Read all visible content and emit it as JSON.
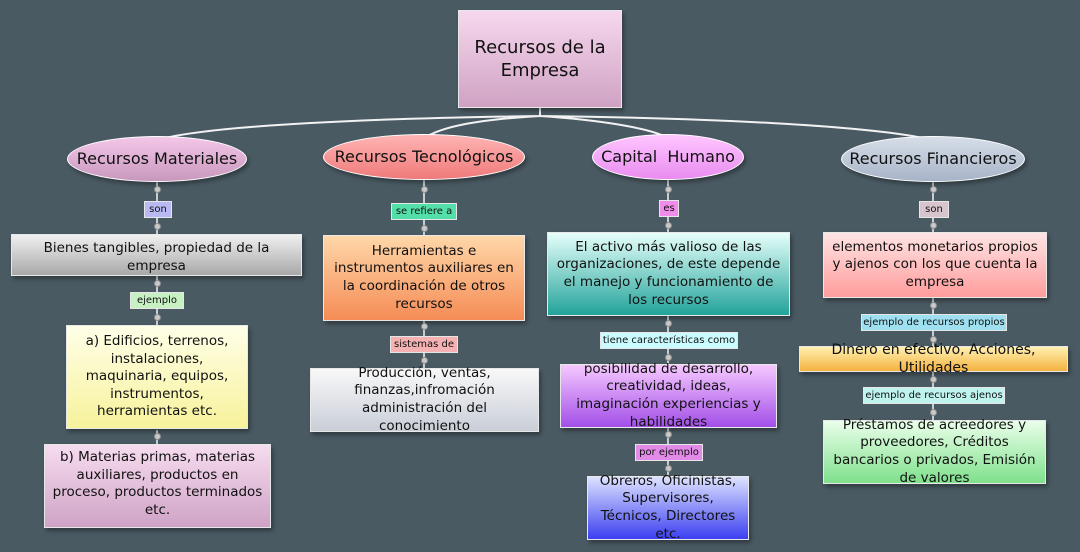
{
  "title": "Recursos de la Empresa",
  "branches": [
    {
      "id": "materiales",
      "title": "Recursos Materiales",
      "link1": "son",
      "node1": "Bienes tangibles, propiedad de la empresa",
      "link2": "ejemplo",
      "node2": "a) Edificios, terrenos, instalaciones, maquinaria, equipos, instrumentos, herramientas etc.",
      "node3": "b) Materias primas, materias auxiliares, productos en proceso, productos terminados etc."
    },
    {
      "id": "tecnologicos",
      "title": "Recursos Tecnológicos",
      "link1": "se refiere a",
      "node1": "Herramientas e instrumentos auxiliares en la coordinación de otros recursos",
      "link2": "sistemas de",
      "node2": "Producción, ventas, finanzas,infromación administración del conocimiento"
    },
    {
      "id": "capital",
      "title": "Capital  Humano",
      "link1": "es",
      "node1": "El activo más valioso de las organizaciones, de este depende el manejo y funcionamiento de los recursos",
      "link2": "tiene características como",
      "node2": "posibilidad de desarrollo, creatividad, ideas, imaginación experiencias y habilidades",
      "link3": "por ejemplo",
      "node3": "Obreros, Oficinistas, Supervisores, Técnicos, Directores etc."
    },
    {
      "id": "financieros",
      "title": "Recursos Financieros",
      "link1": "son",
      "node1": "elementos monetarios propios y ajenos con los que cuenta la empresa",
      "link2": "ejemplo de recursos propios",
      "node2": "Dinero en efectivo, Acciones, Utilidades",
      "link3": "ejemplo de recursos ajenos",
      "node3": "Préstamos de acreedores y proveedores, Créditos bancarios o privados, Emisión de valores"
    }
  ]
}
